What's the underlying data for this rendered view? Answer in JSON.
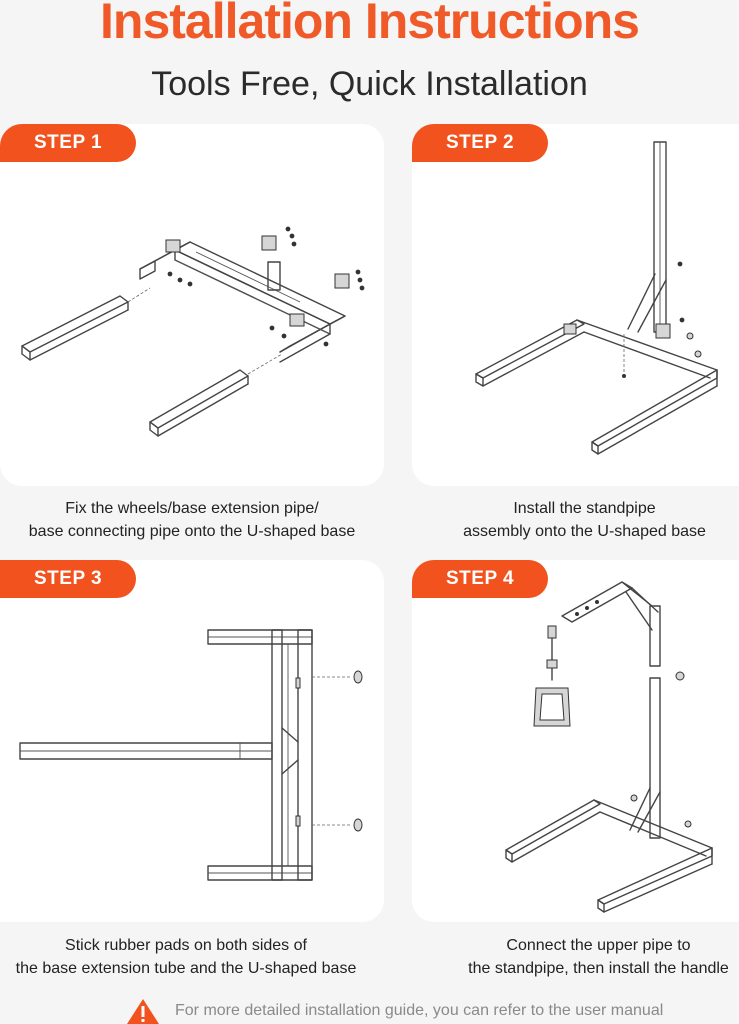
{
  "header": {
    "title": "Installation Instructions",
    "subtitle": "Tools Free, Quick Installation"
  },
  "steps": [
    {
      "badge": "STEP 1",
      "caption_line1": "Fix the wheels/base extension pipe/",
      "caption_line2": "base connecting pipe onto the U-shaped base"
    },
    {
      "badge": "STEP 2",
      "caption_line1": "Install the standpipe",
      "caption_line2": "assembly onto the U-shaped base"
    },
    {
      "badge": "STEP 3",
      "caption_line1": "Stick rubber pads on both sides of",
      "caption_line2": "the base extension tube and the U-shaped base"
    },
    {
      "badge": "STEP 4",
      "caption_line1": "Connect the upper pipe to",
      "caption_line2": "the standpipe, then install the handle"
    }
  ],
  "footer": {
    "note": "For more detailed installation guide, you can refer to the user manual",
    "warning_icon": "warning-triangle-icon"
  },
  "colors": {
    "accent": "#f05a28",
    "badge": "#f1521e",
    "card": "#ffffff",
    "background": "#f5f5f5"
  }
}
